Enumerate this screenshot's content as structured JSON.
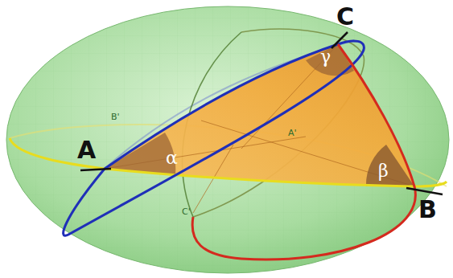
{
  "diagram": {
    "labels": [
      "C",
      "γ",
      "B'",
      "A'",
      "A",
      "α",
      "β",
      "B",
      "C'"
    ]
  }
}
